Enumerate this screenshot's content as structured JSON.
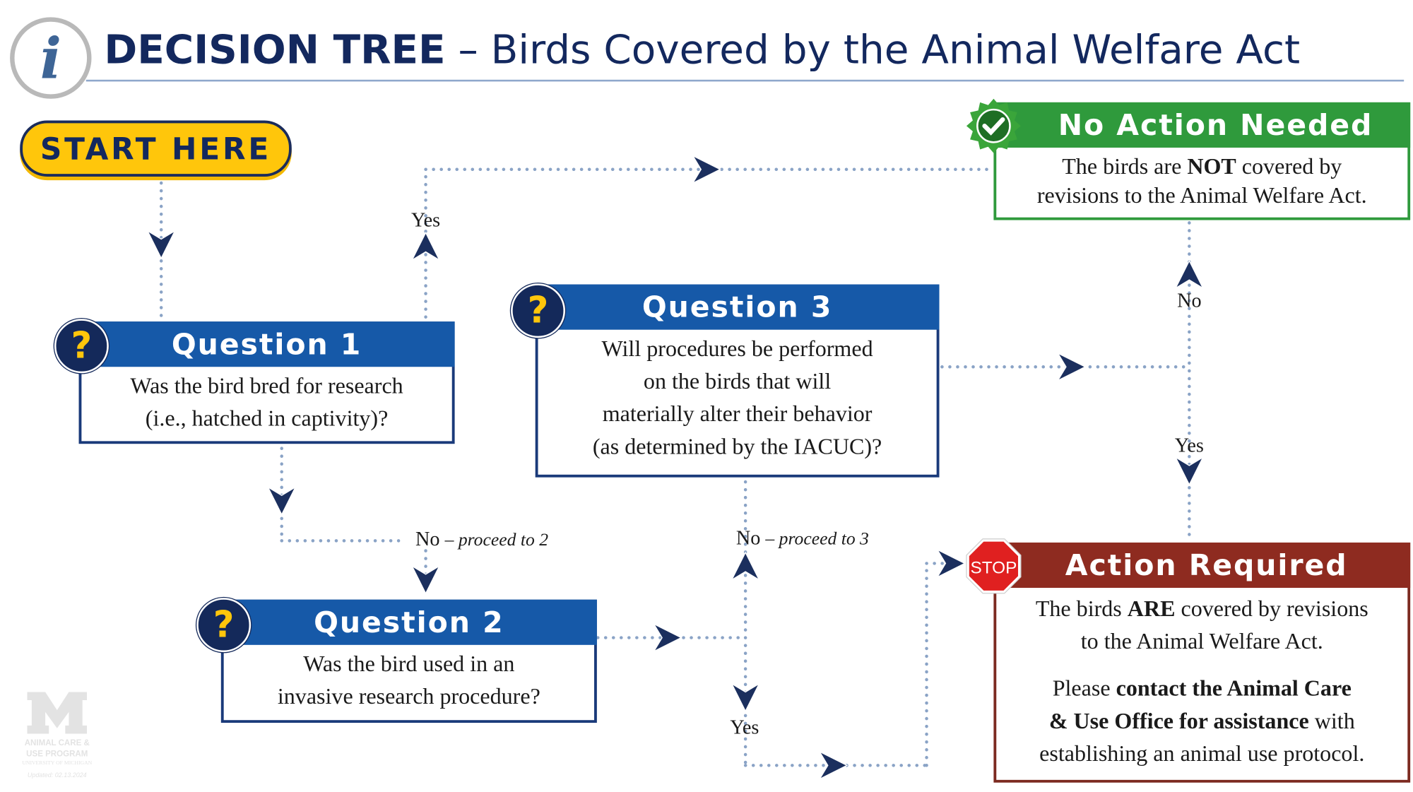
{
  "header": {
    "title_bold": "DECISION TREE",
    "title_rest": " – Birds Covered by the Animal Welfare Act",
    "info_icon": "info-icon"
  },
  "start": {
    "label": "START HERE"
  },
  "question1": {
    "title": "Question 1",
    "lines": [
      "Was the bird bred for research",
      "(i.e., hatched in captivity)?"
    ]
  },
  "question2": {
    "title": "Question 2",
    "lines": [
      "Was the bird used in an",
      "invasive research procedure?"
    ]
  },
  "question3": {
    "title": "Question 3",
    "lines": [
      "Will procedures be performed",
      "on the birds that will",
      "materially alter their behavior",
      "(as determined by the IACUC)?"
    ]
  },
  "no_action": {
    "title": "No Action Needed",
    "l1a": "The birds are ",
    "l1b": "NOT",
    "l1c": " covered by",
    "l2": "revisions to the Animal Welfare Act."
  },
  "action_required": {
    "title": "Action Required",
    "stop_label": "STOP",
    "l1a": "The birds ",
    "l1b": "ARE",
    "l1c": " covered by revisions",
    "l2": "to the Animal Welfare Act.",
    "l3a": "Please ",
    "l3b": "contact the Animal Care",
    "l4a": "& Use Office for assistance",
    "l4b": " with",
    "l5": "establishing an animal use protocol."
  },
  "connectors": {
    "q1_yes": "Yes",
    "q1_no": "No",
    "q1_no_note": "– proceed to 2",
    "q2_no": "No",
    "q2_no_note": "– proceed to 3",
    "q2_yes": "Yes",
    "q3_no": "No",
    "q3_yes": "Yes"
  },
  "logo": {
    "mark": "M",
    "line1": "ANIMAL CARE &",
    "line2": "USE PROGRAM",
    "line3": "UNIVERSITY OF MICHIGAN",
    "updated": "Updated: 02.13.2024"
  },
  "colors": {
    "navy": "#13285e",
    "question_blue": "#1659a8",
    "start_yellow": "#ffc60b",
    "success_green": "#2f9a3c",
    "action_red": "#8e2b20",
    "connector": "#8aa3c6"
  }
}
